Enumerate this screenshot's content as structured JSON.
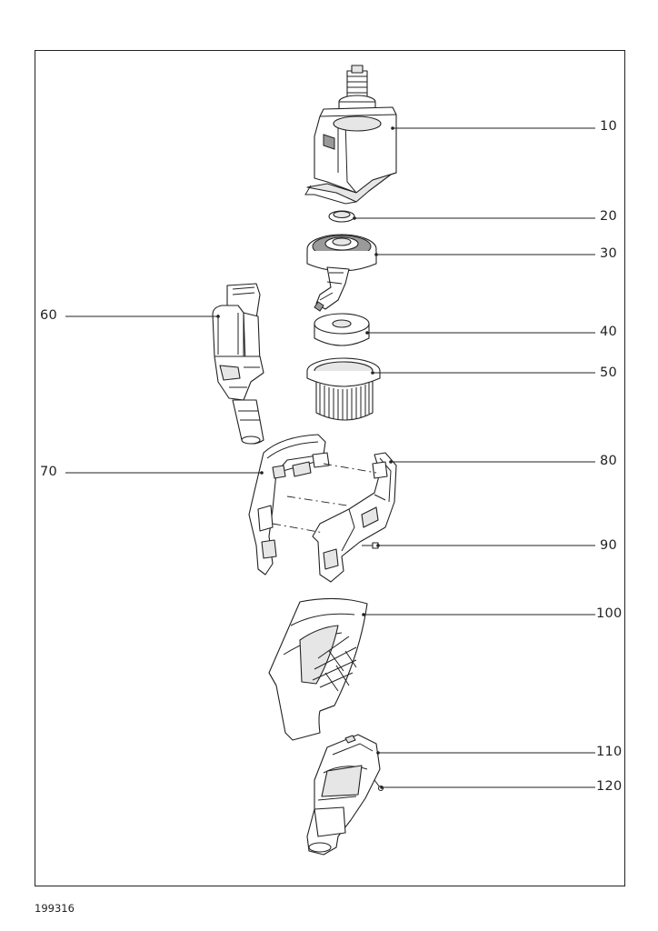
{
  "document_number": "199316",
  "labels": {
    "p10": "10",
    "p20": "20",
    "p30": "30",
    "p40": "40",
    "p50": "50",
    "p60": "60",
    "p70": "70",
    "p80": "80",
    "p90": "90",
    "p100": "100",
    "p110": "110",
    "p120": "120"
  }
}
